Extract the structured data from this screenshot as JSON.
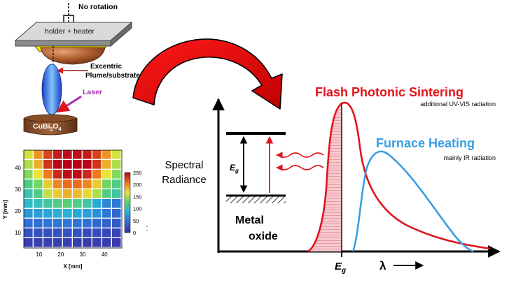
{
  "setup": {
    "no_rotation": "No rotation",
    "holder_heater": "holder + heater",
    "excentric": "Excentric",
    "plume_substrate": "Plume/substrate",
    "laser": "Laser",
    "target_base": "CuBi",
    "target_sub1": "2",
    "target_mid": "O",
    "target_sub2": "4"
  },
  "heatmap": {
    "y_label": "Y [mm]",
    "x_label": "X [mm]",
    "y_ticks": [
      "10",
      "20",
      "30",
      "40"
    ],
    "x_ticks": [
      "10",
      "20",
      "30",
      "40"
    ],
    "colorbar_ticks": [
      "0",
      "50",
      "100",
      "150",
      "200",
      "250"
    ],
    "grid": [
      [
        160,
        195,
        225,
        240,
        245,
        245,
        240,
        225,
        195,
        160
      ],
      [
        150,
        185,
        230,
        248,
        250,
        250,
        248,
        230,
        185,
        150
      ],
      [
        140,
        165,
        205,
        235,
        245,
        245,
        235,
        205,
        165,
        140
      ],
      [
        120,
        135,
        175,
        200,
        210,
        210,
        200,
        175,
        135,
        120
      ],
      [
        105,
        120,
        155,
        175,
        185,
        180,
        170,
        150,
        120,
        110
      ],
      [
        95,
        100,
        110,
        120,
        125,
        120,
        110,
        80,
        60,
        50
      ],
      [
        70,
        75,
        80,
        85,
        85,
        80,
        75,
        65,
        50,
        40
      ],
      [
        45,
        45,
        50,
        50,
        50,
        50,
        45,
        40,
        35,
        30
      ],
      [
        25,
        25,
        25,
        25,
        25,
        25,
        20,
        20,
        18,
        15
      ],
      [
        12,
        12,
        12,
        12,
        12,
        12,
        10,
        10,
        10,
        8
      ]
    ],
    "colors": {
      "low": "#3b2ea3",
      "high": "#b8001a"
    }
  },
  "main": {
    "spectral": "Spectral",
    "radiance": "Radiance",
    "flash_title": "Flash Photonic Sintering",
    "flash_sub": "additional UV-VIS radiation",
    "furnace_title": "Furnace Heating",
    "furnace_sub": "mainly IR radiation",
    "eg": "E",
    "eg_sub": "g",
    "metal": "Metal",
    "oxide": "oxide",
    "lambda": "λ",
    "flash_color": "#e0141b",
    "furnace_color": "#3a9ee0"
  }
}
